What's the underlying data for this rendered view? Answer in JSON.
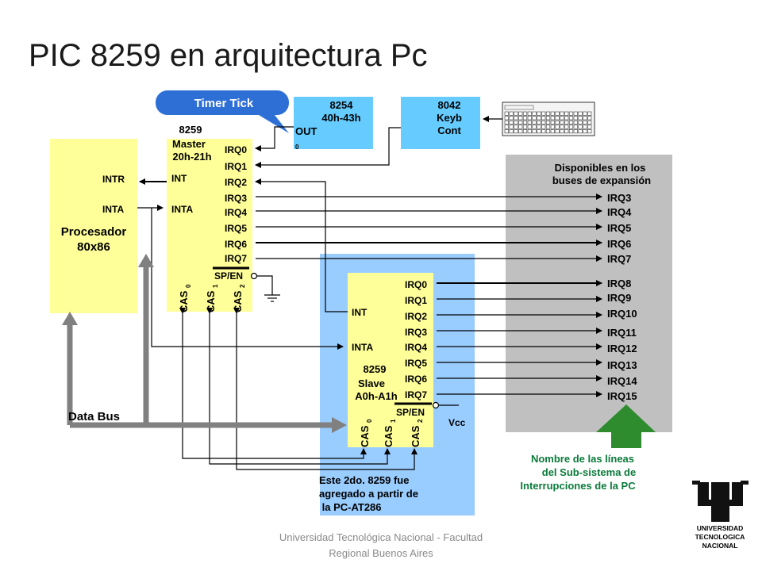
{
  "title": "PIC 8259 en arquitectura Pc",
  "footer": {
    "line1": "Universidad Tecnológica Nacional - Facultad",
    "line2": "Regional Buenos Aires"
  },
  "callout": "Timer Tick",
  "timer": {
    "name": "8254",
    "addr": "40h-43h",
    "out": "OUT",
    "out_sub": "0"
  },
  "keyboard_ctrl": {
    "name": "8042",
    "line2": "Keyb",
    "line3": "Cont"
  },
  "processor": {
    "name": "Procesador",
    "model": "80x86",
    "intr": "INTR",
    "inta": "INTA"
  },
  "master": {
    "name": "8259",
    "role": "Master",
    "addr": "20h-21h",
    "int": "INT",
    "inta": "INTA",
    "spen": "SP/EN",
    "irq": [
      "IRQ0",
      "IRQ1",
      "IRQ2",
      "IRQ3",
      "IRQ4",
      "IRQ5",
      "IRQ6",
      "IRQ7"
    ],
    "cas": [
      "CAS",
      "CAS",
      "CAS"
    ],
    "cas_sub": [
      "0",
      "1",
      "2"
    ]
  },
  "slave": {
    "name": "8259",
    "role": "Slave",
    "addr": "A0h-A1h",
    "int": "INT",
    "inta": "INTA",
    "spen": "SP/EN",
    "vcc": "Vcc",
    "irq": [
      "IRQ0",
      "IRQ1",
      "IRQ2",
      "IRQ3",
      "IRQ4",
      "IRQ5",
      "IRQ6",
      "IRQ7"
    ],
    "cas": [
      "CAS",
      "CAS",
      "CAS"
    ],
    "cas_sub": [
      "0",
      "1",
      "2"
    ]
  },
  "expansion": {
    "title1": "Disponibles en los",
    "title2": "buses de expansión",
    "irq_master": [
      "IRQ3",
      "IRQ4",
      "IRQ5",
      "IRQ6",
      "IRQ7"
    ],
    "irq_slave": [
      "IRQ8",
      "IRQ9",
      "IRQ10",
      "IRQ11",
      "IRQ12",
      "IRQ13",
      "IRQ14",
      "IRQ15"
    ]
  },
  "data_bus": "Data Bus",
  "note": [
    "Este 2do. 8259 fue",
    "agregado a partir de",
    " la PC-AT286"
  ],
  "green_note": [
    "Nombre de las líneas",
    "del Sub-sistema de",
    "Interrupciones de la PC"
  ],
  "logo": {
    "line1": "UNIVERSIDAD",
    "line2": "TECNOLOGICA",
    "line3": "NACIONAL"
  },
  "colors": {
    "yellow_box": "#ffff99",
    "blue_box": "#99ccff",
    "timer_box": "#66ccff",
    "gray_area": "#c0c0c0",
    "callout": "#2e6fd6",
    "arrow_green": "#2e8b2e",
    "bus_gray": "#808080"
  }
}
